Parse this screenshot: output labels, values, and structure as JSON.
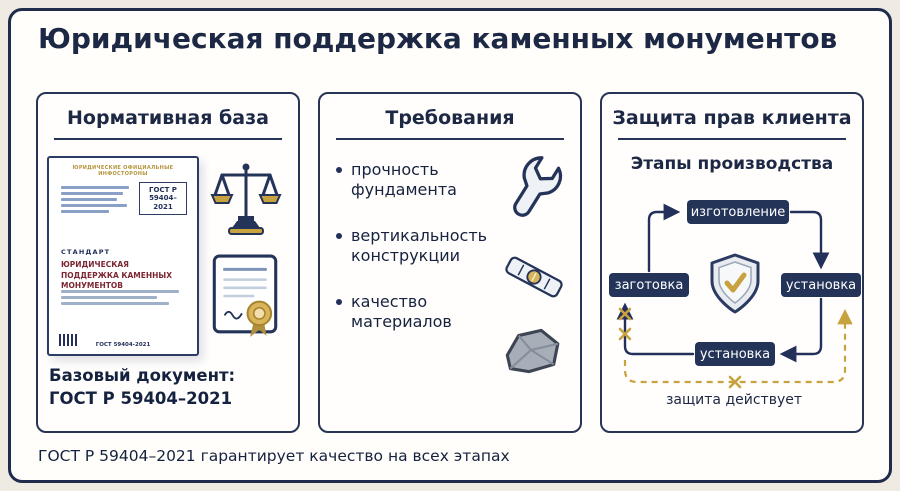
{
  "page": {
    "title": "Юридическая поддержка каменных монументов",
    "footer": "ГОСТ Р 59404–2021 гарантирует качество на всех этапах"
  },
  "panels": {
    "normative": {
      "title": "Нормативная база",
      "document": {
        "masthead": "ЮРИДИЧЕСКИЕ ОФИЦИАЛЬНЫЕ ИНФОСТОРОНЫ",
        "gost_box": "ГОСТ Р\n59404–\n2021",
        "standard_label": "СТАНДАРТ",
        "doc_title": "ЮРИДИЧЕСКАЯ ПОДДЕРЖКА КАМЕННЫХ МОНУМЕНТОВ",
        "doc_footer": "ГОСТ 59404-2021"
      },
      "caption_label": "Базовый документ:",
      "caption_value": "ГОСТ Р 59404–2021"
    },
    "requirements": {
      "title": "Требования",
      "items": [
        "прочность фундамента",
        "вертикальность конструкции",
        "качество материалов"
      ]
    },
    "protection": {
      "title": "Защита прав клиента",
      "subtitle": "Этапы производства",
      "stages": {
        "top": "изготовление",
        "left": "заготовка",
        "right": "установка",
        "bottom": "установка"
      },
      "note": "защита действует"
    }
  },
  "colors": {
    "navy": "#22305a",
    "gold": "#c8a23f",
    "maroon": "#7c2734"
  }
}
